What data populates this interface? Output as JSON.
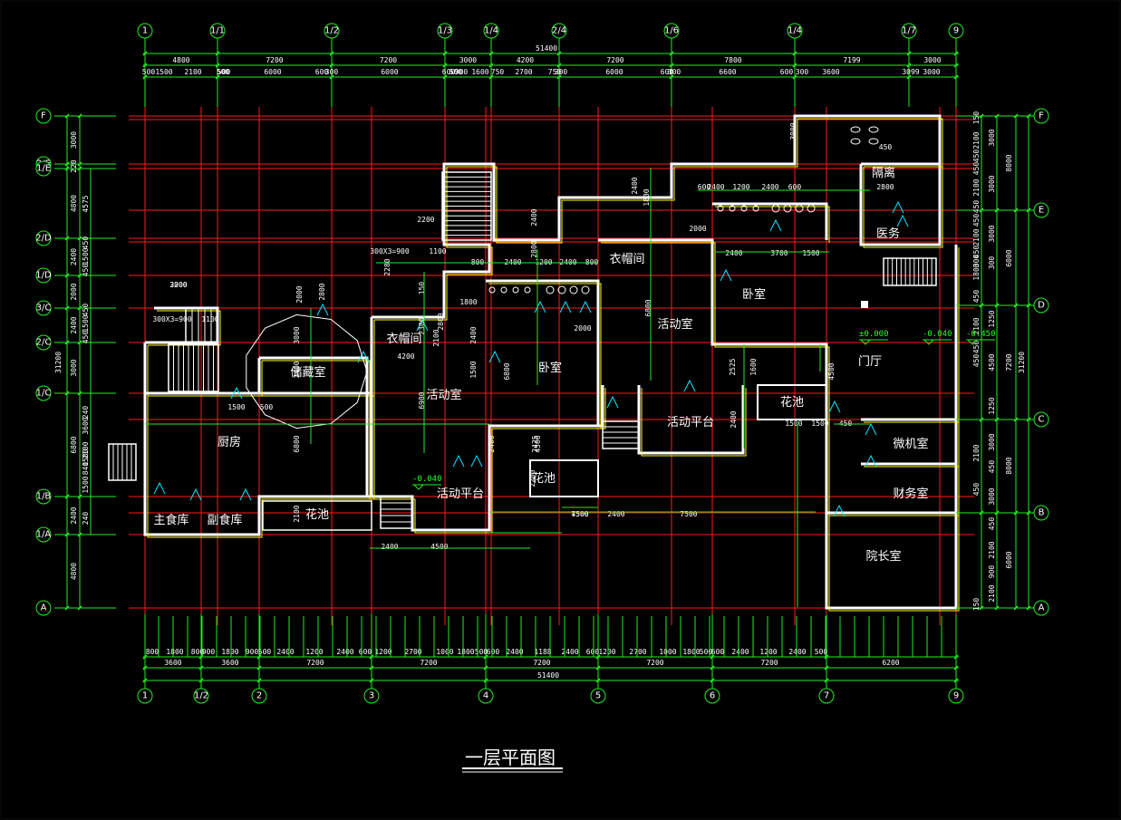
{
  "drawing_title": "一层平面图",
  "colors": {
    "background": "#000000",
    "axis_line": "#ff1a1a",
    "dimension": "#22ee22",
    "wall_outer": "#ffffff",
    "wall_inner": "#ffff00",
    "door_swing": "#00e5ff",
    "text": "#ffffff"
  },
  "top_axes": [
    "1",
    "1/1",
    "1/2",
    "1/3",
    "1/4",
    "2/4",
    "1/6",
    "1/4",
    "1/7",
    "9"
  ],
  "top_overall": "51400",
  "top_bays": [
    "4800",
    "7200",
    "7200",
    "3000",
    "4200",
    "7200",
    "7800",
    "7199",
    "3000"
  ],
  "top_details": [
    "500",
    "1500",
    "2100",
    "500",
    "500",
    "6000",
    "600",
    "300",
    "6000",
    "600",
    "500",
    "900",
    "1600",
    "750",
    "2700",
    "750",
    "300",
    "6000",
    "600",
    "300",
    "6600",
    "600",
    "300",
    "3600",
    "3099",
    "3000"
  ],
  "bottom_axes": [
    "1",
    "1/2",
    "2",
    "3",
    "4",
    "5",
    "6",
    "7",
    "9"
  ],
  "bottom_overall": "51400",
  "bottom_bays": [
    "3600",
    "3600",
    "7200",
    "7200",
    "7200",
    "7200",
    "7200",
    "6200"
  ],
  "bottom_details": [
    "800",
    "1800",
    "800",
    "900",
    "1800",
    "900",
    "500",
    "2400",
    "1200",
    "2400",
    "600",
    "1200",
    "2700",
    "1000",
    "1800",
    "500",
    "600",
    "2400",
    "1188",
    "2400",
    "600",
    "1200",
    "2700",
    "1000",
    "1800",
    "500",
    "600",
    "2400",
    "1200",
    "2400",
    "500"
  ],
  "left_axes": [
    "F",
    "2/E",
    "1/E",
    "2/D",
    "1/D",
    "3/C",
    "2/C",
    "1/C",
    "1/B",
    "1/A",
    "A"
  ],
  "left_overall": "31200",
  "left_bays": [
    "3000",
    "220",
    "4800",
    "2400",
    "2000",
    "2400",
    "3000",
    "6800",
    "2400",
    "4800"
  ],
  "left_details": [
    "4575",
    "450",
    "1500",
    "450",
    "450",
    "1500",
    "450",
    "3600",
    "1500",
    "1500",
    "240",
    "2100",
    "840",
    "240"
  ],
  "right_axes": [
    "F",
    "E",
    "D",
    "C",
    "B",
    "A"
  ],
  "right_overall": "31200",
  "right_bays": [
    "8000",
    "6000",
    "7200",
    "8000",
    "6000"
  ],
  "right_mid": [
    "3000",
    "3000",
    "3000",
    "300",
    "1250",
    "4500",
    "1250",
    "3000",
    "450",
    "3000",
    "450",
    "2100",
    "900",
    "2100"
  ],
  "right_details": [
    "150",
    "2100",
    "450",
    "450",
    "2100",
    "450",
    "450",
    "2100",
    "450",
    "300",
    "1800",
    "450",
    "2100",
    "450",
    "450",
    "2100",
    "450",
    "150"
  ],
  "rooms": [
    {
      "name": "储藏室"
    },
    {
      "name": "厨房"
    },
    {
      "name": "主食库"
    },
    {
      "name": "副食库"
    },
    {
      "name": "花池"
    },
    {
      "name": "衣帽间"
    },
    {
      "name": "活动室"
    },
    {
      "name": "活动平台"
    },
    {
      "name": "卧室"
    },
    {
      "name": "花池"
    },
    {
      "name": "衣帽间"
    },
    {
      "name": "活动室"
    },
    {
      "name": "卧室"
    },
    {
      "name": "活动平台"
    },
    {
      "name": "花池"
    },
    {
      "name": "隔离"
    },
    {
      "name": "医务"
    },
    {
      "name": "门厅"
    },
    {
      "name": "微机室"
    },
    {
      "name": "财务室"
    },
    {
      "name": "院长室"
    }
  ],
  "levels": [
    "±0.000",
    "-0.040",
    "-0.450",
    "-0.040"
  ],
  "inner_dims": [
    "2200",
    "300X3=900",
    "1100",
    "1500",
    "500",
    "3000",
    "3400",
    "6800",
    "2100",
    "2000",
    "2800",
    "2200",
    "300X3=900",
    "1100",
    "2280",
    "150",
    "2300",
    "2100",
    "4200",
    "6900",
    "2400",
    "1500",
    "1800",
    "800",
    "2400",
    "1200",
    "2400",
    "800",
    "2800",
    "2400",
    "2000",
    "6800",
    "2425",
    "2200",
    "2400",
    "4500",
    "7500",
    "4500",
    "2400",
    "7500",
    "4500",
    "2400",
    "2400",
    "6800",
    "600",
    "2400",
    "1200",
    "2400",
    "600",
    "2400",
    "3700",
    "1500",
    "2000",
    "1600",
    "2525",
    "2400",
    "4500",
    "1500",
    "450",
    "1500",
    "450",
    "2800",
    "2800",
    "1800",
    "3000",
    "3000"
  ]
}
